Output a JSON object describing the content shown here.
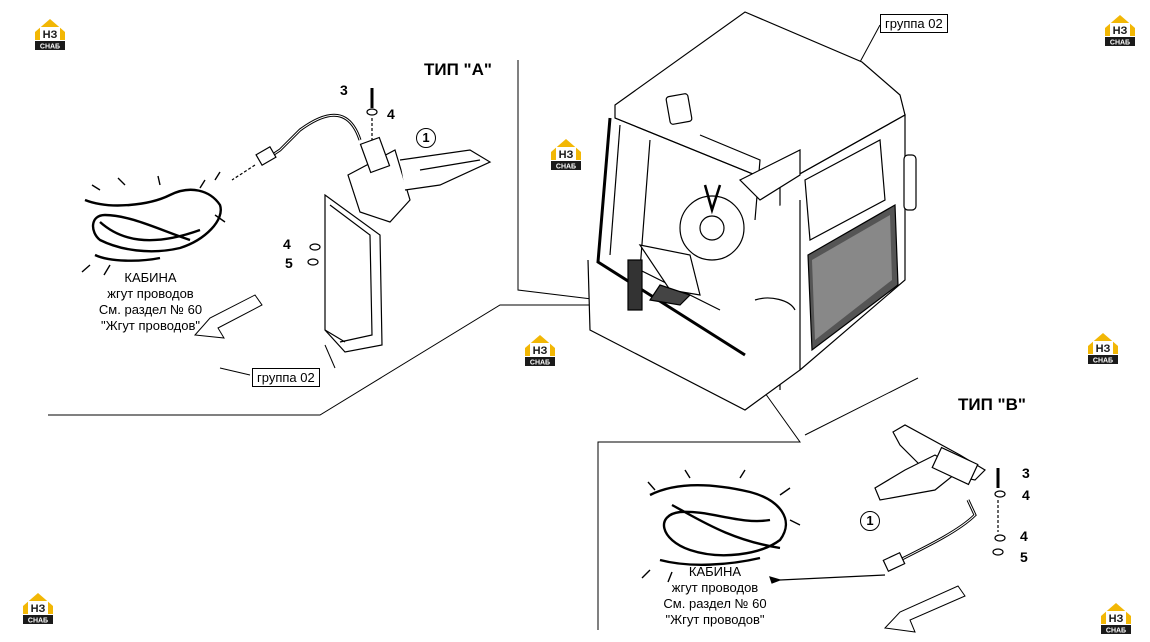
{
  "type_a": {
    "title": "ТИП \"А\"",
    "callouts": {
      "n3": "3",
      "n4a": "4",
      "n1": "1",
      "n4b": "4",
      "n5": "5"
    },
    "group_label": "группа 02",
    "note": {
      "l1": "КАБИНА",
      "l2": "жгут проводов",
      "l3": "См. раздел № 60",
      "l4": "\"Жгут проводов\""
    }
  },
  "cab": {
    "group_label": "группа 02"
  },
  "type_b": {
    "title": "ТИП \"В\"",
    "callouts": {
      "n3": "3",
      "n4a": "4",
      "n1": "1",
      "n4b": "4",
      "n5": "5"
    },
    "note": {
      "l1": "КАБИНА",
      "l2": "жгут проводов",
      "l3": "См. раздел № 60",
      "l4": "\"Жгут проводов\""
    }
  },
  "watermark": {
    "top": "НЗ",
    "bottom": "СНАБ",
    "accent": "#f2b705",
    "dark": "#1a1a1a"
  }
}
